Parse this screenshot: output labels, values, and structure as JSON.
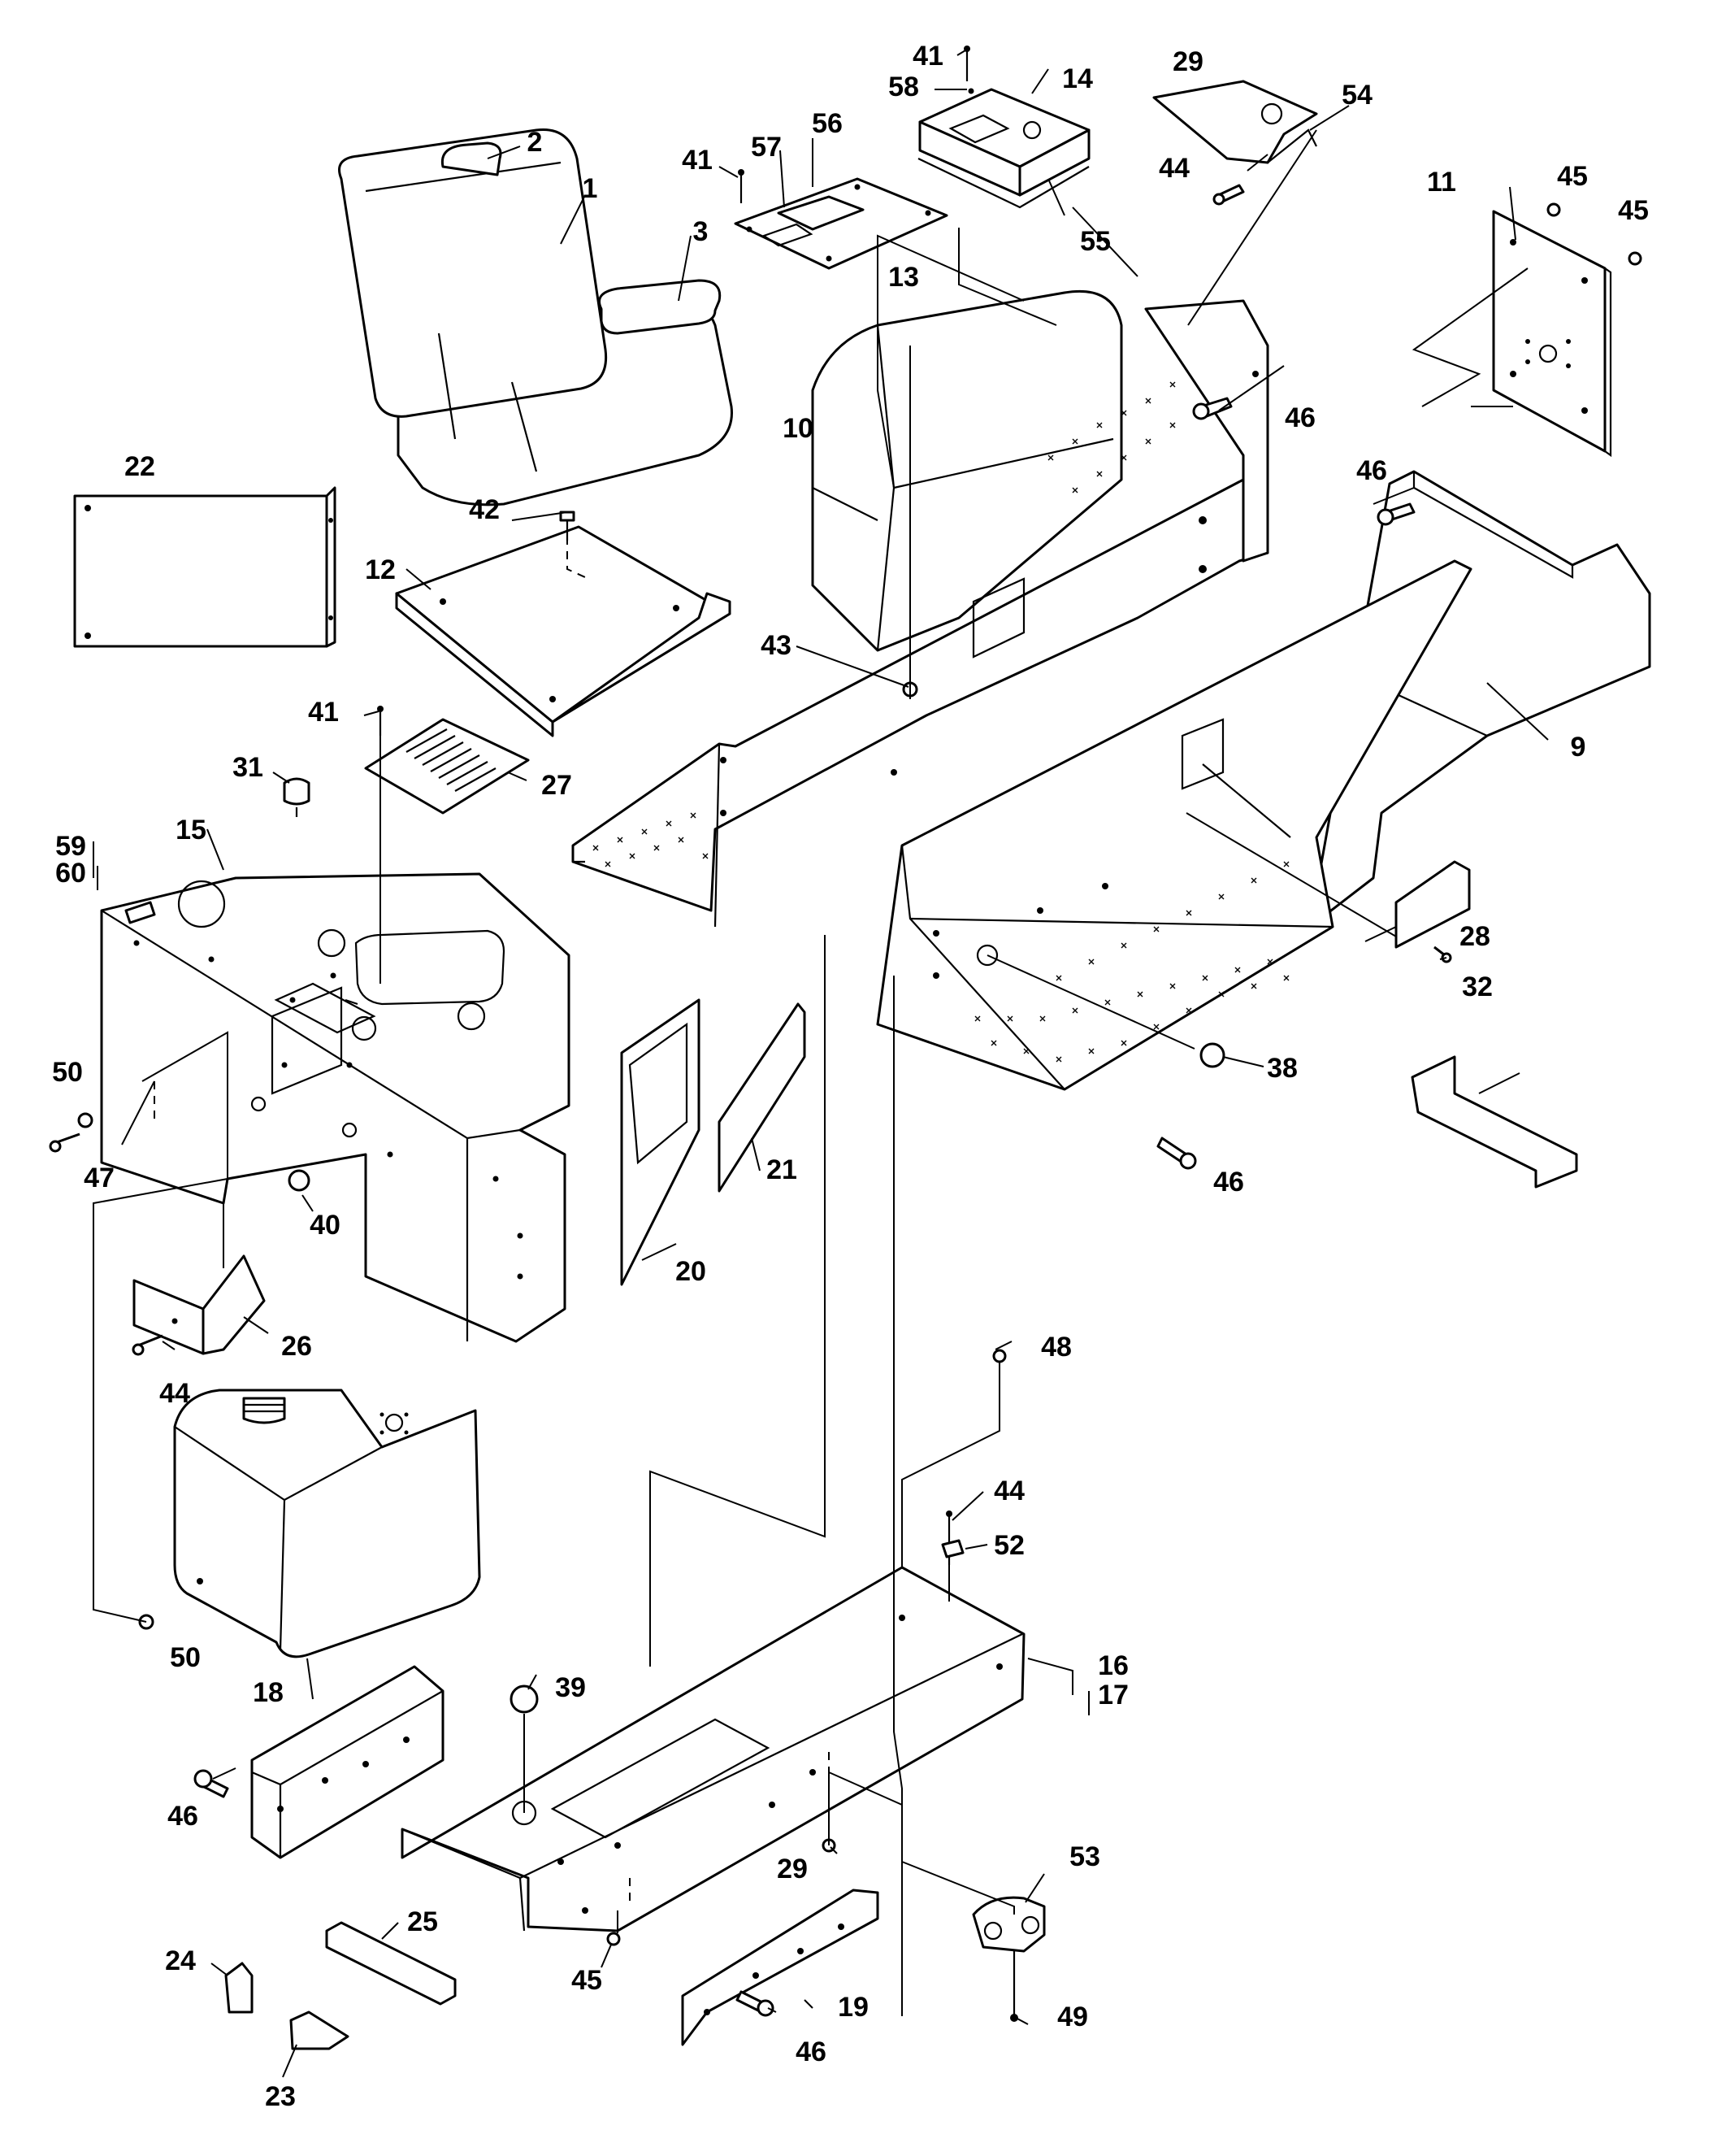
{
  "callouts": [
    {
      "id": "1",
      "text": "1"
    },
    {
      "id": "2",
      "text": "2"
    },
    {
      "id": "3",
      "text": "3"
    },
    {
      "id": "9",
      "text": "9"
    },
    {
      "id": "10",
      "text": "10"
    },
    {
      "id": "11",
      "text": "11"
    },
    {
      "id": "12",
      "text": "12"
    },
    {
      "id": "13",
      "text": "13"
    },
    {
      "id": "14",
      "text": "14"
    },
    {
      "id": "15",
      "text": "15"
    },
    {
      "id": "16",
      "text": "16"
    },
    {
      "id": "17",
      "text": "17"
    },
    {
      "id": "18",
      "text": "18"
    },
    {
      "id": "19",
      "text": "19"
    },
    {
      "id": "20",
      "text": "20"
    },
    {
      "id": "21",
      "text": "21"
    },
    {
      "id": "22",
      "text": "22"
    },
    {
      "id": "23",
      "text": "23"
    },
    {
      "id": "24",
      "text": "24"
    },
    {
      "id": "25",
      "text": "25"
    },
    {
      "id": "26",
      "text": "26"
    },
    {
      "id": "27",
      "text": "27"
    },
    {
      "id": "28",
      "text": "28"
    },
    {
      "id": "29a",
      "text": "29"
    },
    {
      "id": "29b",
      "text": "29"
    },
    {
      "id": "31",
      "text": "31"
    },
    {
      "id": "32",
      "text": "32"
    },
    {
      "id": "38",
      "text": "38"
    },
    {
      "id": "39",
      "text": "39"
    },
    {
      "id": "40",
      "text": "40"
    },
    {
      "id": "41a",
      "text": "41"
    },
    {
      "id": "41b",
      "text": "41"
    },
    {
      "id": "41c",
      "text": "41"
    },
    {
      "id": "42",
      "text": "42"
    },
    {
      "id": "43",
      "text": "43"
    },
    {
      "id": "44a",
      "text": "44"
    },
    {
      "id": "44b",
      "text": "44"
    },
    {
      "id": "44c",
      "text": "44"
    },
    {
      "id": "45a",
      "text": "45"
    },
    {
      "id": "45b",
      "text": "45"
    },
    {
      "id": "45c",
      "text": "45"
    },
    {
      "id": "46a",
      "text": "46"
    },
    {
      "id": "46b",
      "text": "46"
    },
    {
      "id": "46c",
      "text": "46"
    },
    {
      "id": "46d",
      "text": "46"
    },
    {
      "id": "46e",
      "text": "46"
    },
    {
      "id": "47",
      "text": "47"
    },
    {
      "id": "48",
      "text": "48"
    },
    {
      "id": "49",
      "text": "49"
    },
    {
      "id": "50a",
      "text": "50"
    },
    {
      "id": "50b",
      "text": "50"
    },
    {
      "id": "52",
      "text": "52"
    },
    {
      "id": "53",
      "text": "53"
    },
    {
      "id": "54",
      "text": "54"
    },
    {
      "id": "55",
      "text": "55"
    },
    {
      "id": "56",
      "text": "56"
    },
    {
      "id": "57",
      "text": "57"
    },
    {
      "id": "58",
      "text": "58"
    },
    {
      "id": "59",
      "text": "59"
    },
    {
      "id": "60",
      "text": "60"
    }
  ]
}
